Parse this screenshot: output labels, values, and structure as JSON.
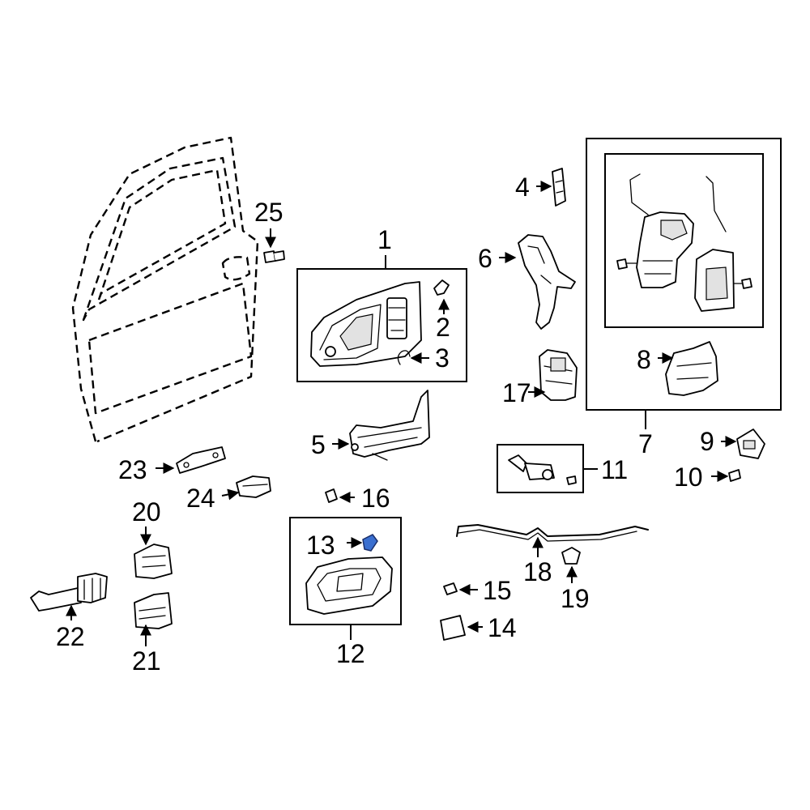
{
  "callouts": {
    "c1": "1",
    "c2": "2",
    "c3": "3",
    "c4": "4",
    "c5": "5",
    "c6": "6",
    "c7": "7",
    "c8": "8",
    "c9": "9",
    "c10": "10",
    "c11": "11",
    "c12": "12",
    "c13": "13",
    "c14": "14",
    "c15": "15",
    "c16": "16",
    "c17": "17",
    "c18": "18",
    "c19": "19",
    "c20": "20",
    "c21": "21",
    "c22": "22",
    "c23": "23",
    "c24": "24",
    "c25": "25"
  },
  "colors": {
    "line": "#000000",
    "background": "#ffffff",
    "highlight_part_13": "#3a6fd0"
  },
  "highlighted_callout": "13"
}
